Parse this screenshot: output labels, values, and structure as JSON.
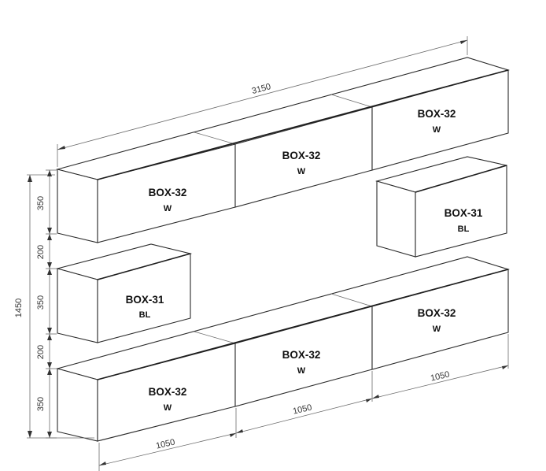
{
  "units": [
    {
      "id": "u1",
      "model": "BOX-32",
      "finish": "W"
    },
    {
      "id": "u2",
      "model": "BOX-32",
      "finish": "W"
    },
    {
      "id": "u3",
      "model": "BOX-32",
      "finish": "W"
    },
    {
      "id": "u4",
      "model": "BOX-31",
      "finish": "BL"
    },
    {
      "id": "u5",
      "model": "BOX-31",
      "finish": "BL"
    },
    {
      "id": "u6",
      "model": "BOX-32",
      "finish": "W"
    },
    {
      "id": "u7",
      "model": "BOX-32",
      "finish": "W"
    },
    {
      "id": "u8",
      "model": "BOX-32",
      "finish": "W"
    }
  ],
  "dimensions": {
    "total_width": "3150",
    "total_height": "1450",
    "vertical": [
      "350",
      "200",
      "350",
      "200",
      "350"
    ],
    "bottom_widths": [
      "1050",
      "1050",
      "1050"
    ]
  }
}
